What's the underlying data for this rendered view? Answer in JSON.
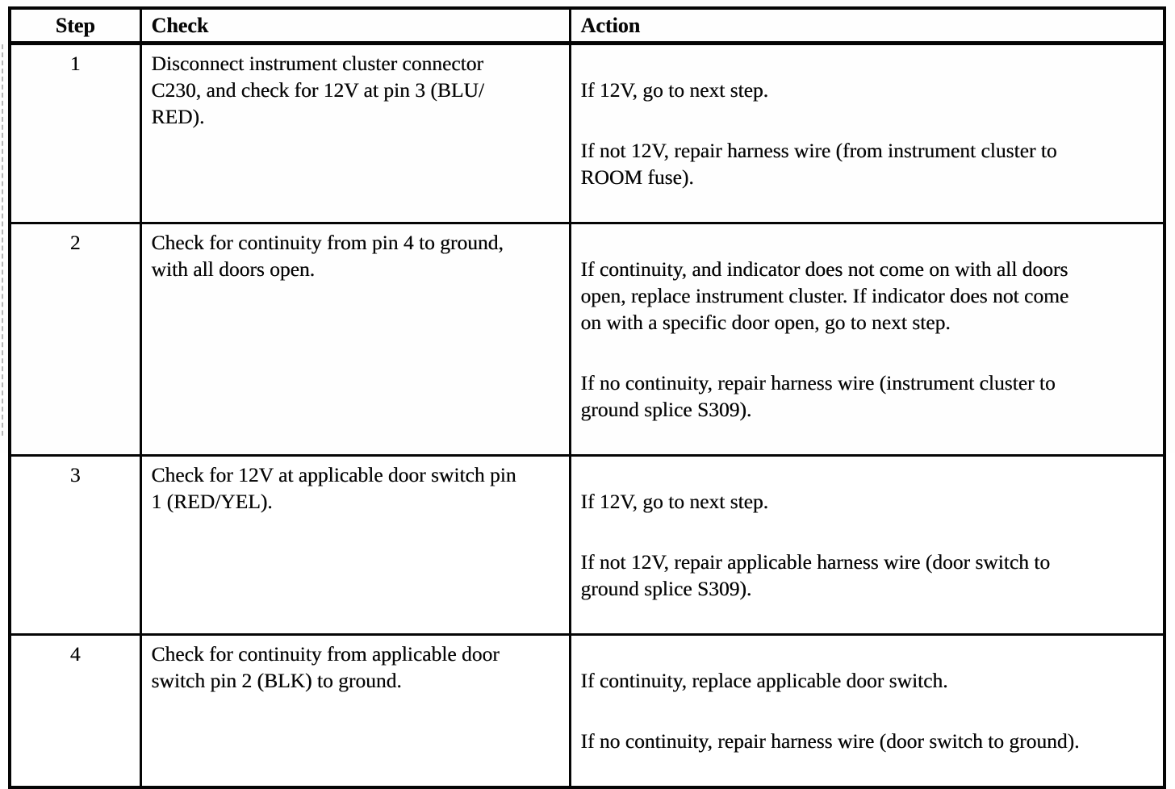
{
  "table": {
    "headers": [
      "Step",
      "Check",
      "Action"
    ],
    "rows": [
      {
        "step": "1",
        "check": "Disconnect instrument cluster connector\nC230, and check for 12V at pin 3 (BLU/\nRED).",
        "actions": [
          "If 12V, go to next step.",
          "If not 12V, repair harness wire (from instrument cluster to\nROOM fuse)."
        ]
      },
      {
        "step": "2",
        "check": "Check for continuity from pin 4 to ground,\nwith all doors open.",
        "actions": [
          "If continuity, and indicator does not come on with all doors\nopen, replace instrument cluster. If indicator does not come\non with a specific door open, go to next step.",
          "If no continuity, repair harness wire (instrument cluster to\nground splice S309)."
        ]
      },
      {
        "step": "3",
        "check": "Check for 12V at applicable door switch pin\n1 (RED/YEL).",
        "actions": [
          "If 12V, go to next step.",
          "If not 12V, repair applicable harness wire (door switch to\nground splice S309)."
        ]
      },
      {
        "step": "4",
        "check": "Check for continuity from applicable door\nswitch pin 2 (BLK) to ground.",
        "actions": [
          "If continuity, replace applicable door switch.",
          "If no continuity, repair harness wire (door switch to ground)."
        ]
      }
    ]
  },
  "colors": {
    "ink": "#070707",
    "paper": "#fefefe",
    "border": "#050505"
  }
}
